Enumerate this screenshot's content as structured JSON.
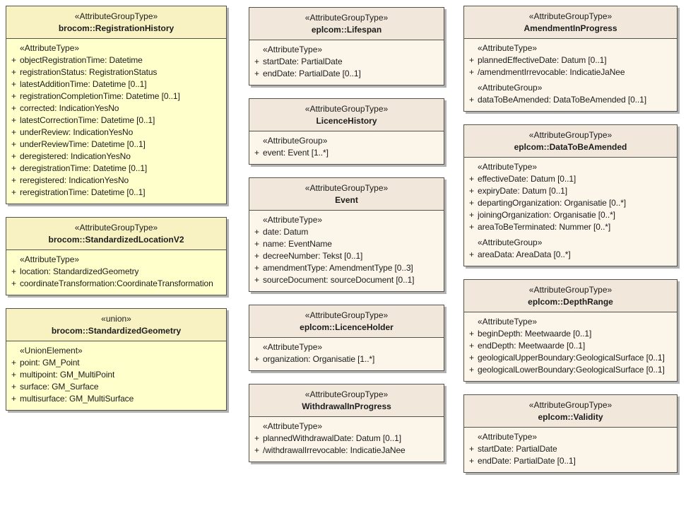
{
  "palette": {
    "yellow_header": "#f8f2c2",
    "yellow_body": "#ffffcc",
    "cream_header": "#f1e8db",
    "cream_body": "#fbf5ea",
    "border": "#53534b",
    "shadow": "#b2b2b2"
  },
  "diagram": {
    "columns": [
      {
        "boxes": [
          {
            "name_id": "brocom-registration-history",
            "scheme": "yellow",
            "stereotype": "«AttributeGroupType»",
            "name": "brocom::RegistrationHistory",
            "groups": [
              {
                "heading": "«AttributeType»",
                "items": [
                  {
                    "p": "+",
                    "t": "objectRegistrationTime: Datetime"
                  },
                  {
                    "p": "+",
                    "t": "registrationStatus: RegistrationStatus"
                  },
                  {
                    "p": "+",
                    "t": "latestAdditionTime: Datetime [0..1]"
                  },
                  {
                    "p": "+",
                    "t": "registrationCompletionTime: Datetime [0..1]"
                  },
                  {
                    "p": "+",
                    "t": "corrected: IndicationYesNo"
                  },
                  {
                    "p": "+",
                    "t": "latestCorrectionTime: Datetime [0..1]"
                  },
                  {
                    "p": "+",
                    "t": "underReview: IndicationYesNo"
                  },
                  {
                    "p": "+",
                    "t": "underReviewTime: Datetime [0..1]"
                  },
                  {
                    "p": "+",
                    "t": "deregistered: IndicationYesNo"
                  },
                  {
                    "p": "+",
                    "t": "deregistrationTime: Datetime [0..1]"
                  },
                  {
                    "p": "+",
                    "t": "reregistered: IndicationYesNo"
                  },
                  {
                    "p": "+",
                    "t": "reregistrationTime: Datetime [0..1]"
                  }
                ]
              }
            ]
          },
          {
            "name_id": "brocom-standardized-location-v2",
            "scheme": "yellow",
            "stereotype": "«AttributeGroupType»",
            "name": "brocom::StandardizedLocationV2",
            "groups": [
              {
                "heading": "«AttributeType»",
                "items": [
                  {
                    "p": "+",
                    "t": "location: StandardizedGeometry"
                  },
                  {
                    "p": "+",
                    "t": "coordinateTransformation:CoordinateTransformation"
                  }
                ]
              }
            ]
          },
          {
            "name_id": "brocom-standardized-geometry",
            "scheme": "yellow",
            "stereotype": "«union»",
            "name": "brocom::StandardizedGeometry",
            "groups": [
              {
                "heading": "«UnionElement»",
                "items": [
                  {
                    "p": "+",
                    "t": "point: GM_Point"
                  },
                  {
                    "p": "+",
                    "t": "multipoint: GM_MultiPoint"
                  },
                  {
                    "p": "+",
                    "t": "surface: GM_Surface"
                  },
                  {
                    "p": "+",
                    "t": "multisurface: GM_MultiSurface"
                  }
                ]
              }
            ]
          }
        ]
      },
      {
        "boxes": [
          {
            "name_id": "eplcom-lifespan",
            "scheme": "cream",
            "stereotype": "«AttributeGroupType»",
            "name": "eplcom::Lifespan",
            "groups": [
              {
                "heading": "«AttributeType»",
                "items": [
                  {
                    "p": "+",
                    "t": "startDate: PartialDate"
                  },
                  {
                    "p": "+",
                    "t": "endDate: PartialDate [0..1]"
                  }
                ]
              }
            ]
          },
          {
            "name_id": "licence-history",
            "scheme": "cream",
            "stereotype": "«AttributeGroupType»",
            "name": "LicenceHistory",
            "groups": [
              {
                "heading": "«AttributeGroup»",
                "items": [
                  {
                    "p": "+",
                    "t": "event: Event [1..*]"
                  }
                ]
              }
            ]
          },
          {
            "name_id": "event",
            "scheme": "cream",
            "stereotype": "«AttributeGroupType»",
            "name": "Event",
            "groups": [
              {
                "heading": "«AttributeType»",
                "items": [
                  {
                    "p": "+",
                    "t": "date: Datum"
                  },
                  {
                    "p": "+",
                    "t": "name: EventName"
                  },
                  {
                    "p": "+",
                    "t": "decreeNumber: Tekst [0..1]"
                  },
                  {
                    "p": "+",
                    "t": "amendmentType: AmendmentType [0..3]"
                  },
                  {
                    "p": "+",
                    "t": "sourceDocument: sourceDocument [0..1]"
                  }
                ]
              }
            ]
          },
          {
            "name_id": "eplcom-licence-holder",
            "scheme": "cream",
            "stereotype": "«AttributeGroupType»",
            "name": "eplcom::LicenceHolder",
            "groups": [
              {
                "heading": "«AttributeType»",
                "items": [
                  {
                    "p": "+",
                    "t": "organization: Organisatie [1..*]"
                  }
                ]
              }
            ]
          },
          {
            "name_id": "withdrawal-in-progress",
            "scheme": "cream",
            "stereotype": "«AttributeGroupType»",
            "name": "WithdrawalInProgress",
            "groups": [
              {
                "heading": "«AttributeType»",
                "items": [
                  {
                    "p": "+",
                    "t": "plannedWithdrawalDate: Datum [0..1]"
                  },
                  {
                    "p": "+",
                    "t": "/withdrawalIrrevocable: IndicatieJaNee"
                  }
                ]
              }
            ]
          }
        ]
      },
      {
        "boxes": [
          {
            "name_id": "amendment-in-progress",
            "scheme": "cream",
            "stereotype": "«AttributeGroupType»",
            "name": "AmendmentInProgress",
            "groups": [
              {
                "heading": "«AttributeType»",
                "items": [
                  {
                    "p": "+",
                    "t": "plannedEffectiveDate: Datum [0..1]"
                  },
                  {
                    "p": "+",
                    "t": "/amendmentIrrevocable: IndicatieJaNee"
                  }
                ]
              },
              {
                "heading": "«AttributeGroup»",
                "items": [
                  {
                    "p": "+",
                    "t": "dataToBeAmended: DataToBeAmended [0..1]"
                  }
                ]
              }
            ]
          },
          {
            "name_id": "eplcom-data-to-be-amended",
            "scheme": "cream",
            "stereotype": "«AttributeGroupType»",
            "name": "eplcom::DataToBeAmended",
            "groups": [
              {
                "heading": "«AttributeType»",
                "items": [
                  {
                    "p": "+",
                    "t": "effectiveDate: Datum [0..1]"
                  },
                  {
                    "p": "+",
                    "t": "expiryDate: Datum [0..1]"
                  },
                  {
                    "p": "+",
                    "t": "departingOrganization: Organisatie [0..*]"
                  },
                  {
                    "p": "+",
                    "t": "joiningOrganization: Organisatie [0..*]"
                  },
                  {
                    "p": "+",
                    "t": "areaToBeTerminated: Nummer [0..*]"
                  }
                ]
              },
              {
                "heading": "«AttributeGroup»",
                "items": [
                  {
                    "p": "+",
                    "t": "areaData: AreaData [0..*]"
                  }
                ]
              }
            ]
          },
          {
            "name_id": "eplcom-depth-range",
            "scheme": "cream",
            "stereotype": "«AttributeGroupType»",
            "name": "eplcom::DepthRange",
            "groups": [
              {
                "heading": "«AttributeType»",
                "items": [
                  {
                    "p": "+",
                    "t": "beginDepth: Meetwaarde [0..1]"
                  },
                  {
                    "p": "+",
                    "t": "endDepth: Meetwaarde [0..1]"
                  },
                  {
                    "p": "+",
                    "t": "geologicalUpperBoundary:GeologicalSurface [0..1]"
                  },
                  {
                    "p": "+",
                    "t": "geologicalLowerBoundary:GeologicalSurface [0..1]"
                  }
                ]
              }
            ]
          },
          {
            "name_id": "eplcom-validity",
            "scheme": "cream",
            "stereotype": "«AttributeGroupType»",
            "name": "eplcom::Validity",
            "groups": [
              {
                "heading": "«AttributeType»",
                "items": [
                  {
                    "p": "+",
                    "t": "startDate: PartialDate"
                  },
                  {
                    "p": "+",
                    "t": "endDate: PartialDate [0..1]"
                  }
                ]
              }
            ]
          }
        ]
      }
    ]
  }
}
